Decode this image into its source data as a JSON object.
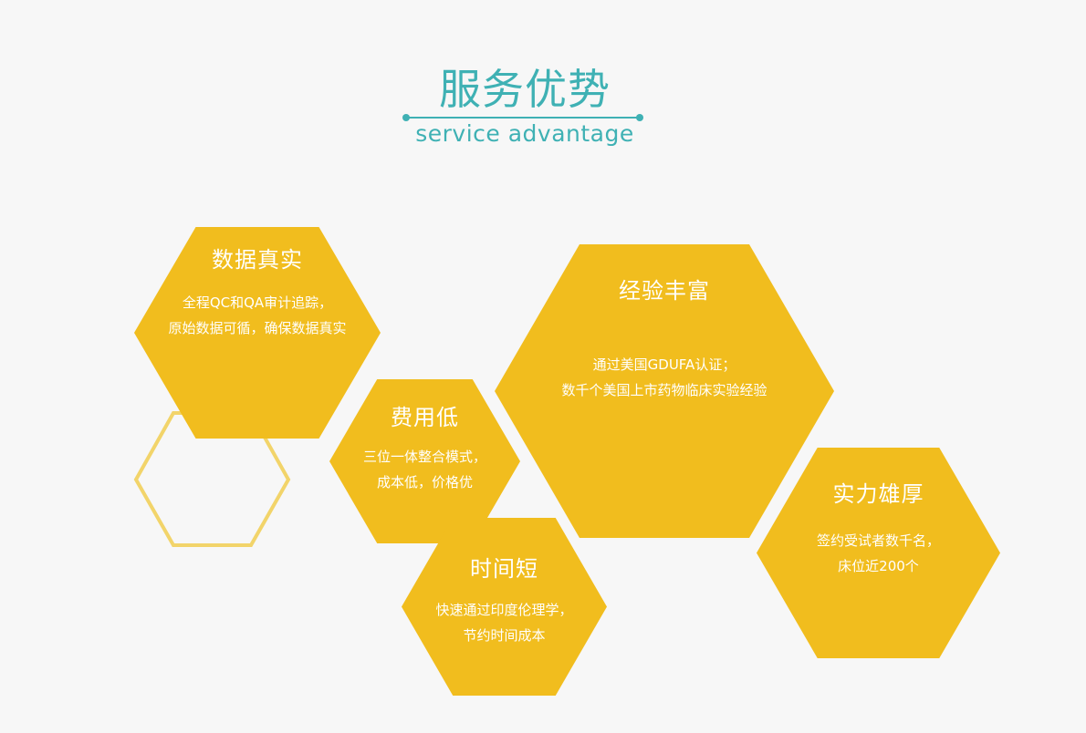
{
  "header": {
    "title": "服务优势",
    "subtitle": "service advantage"
  },
  "colors": {
    "accent": "#3fb1b4",
    "hex_fill": "#f1bd1e",
    "hex_outline": "#f2d46a",
    "background": "#f7f7f7",
    "text_on_hex": "#ffffff"
  },
  "advantages": [
    {
      "title": "数据真实",
      "desc_line1": "全程QC和QA审计追踪，",
      "desc_line2": "原始数据可循，确保数据真实"
    },
    {
      "title": "费用低",
      "desc_line1": "三位一体整合模式，",
      "desc_line2": "成本低，价格优"
    },
    {
      "title": "时间短",
      "desc_line1": "快速通过印度伦理学，",
      "desc_line2": "节约时间成本"
    },
    {
      "title": "经验丰富",
      "desc_line1": "通过美国GDUFA认证；",
      "desc_line2": "数千个美国上市药物临床实验经验"
    },
    {
      "title": "实力雄厚",
      "desc_line1": "签约受试者数千名，",
      "desc_line2": "床位近200个"
    }
  ]
}
